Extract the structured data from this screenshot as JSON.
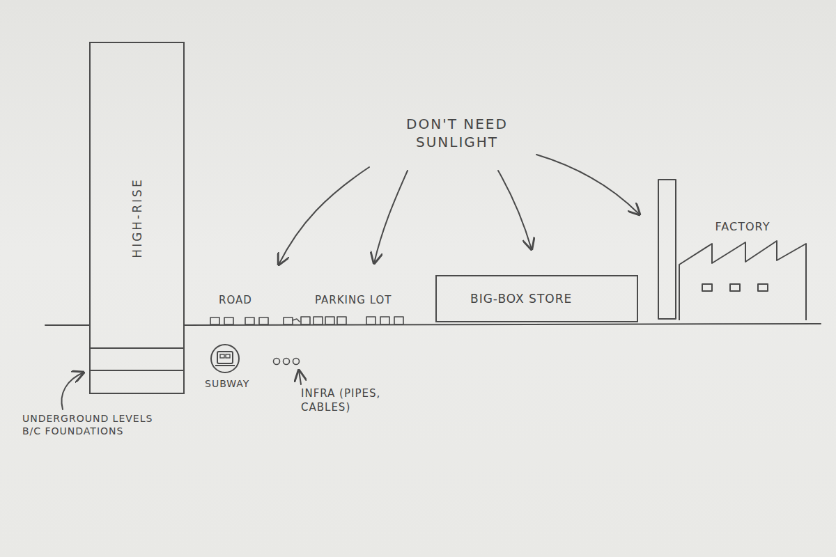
{
  "diagram": {
    "nodes": [
      {
        "text": [
          "HIGH-RISE"
        ]
      },
      {
        "text": [
          "BIG-BOX STORE"
        ]
      },
      {
        "text": [
          "FACTORY"
        ]
      },
      {
        "text": [
          "SUBWAY"
        ]
      }
    ],
    "labels": [
      "DON'T NEED SUNLIGHT",
      "ROAD",
      "PARKING LOT",
      "INFRA (PIPES, CABLES)",
      "UNDERGROUND LEVELS B/C FOUNDATIONS"
    ]
  }
}
